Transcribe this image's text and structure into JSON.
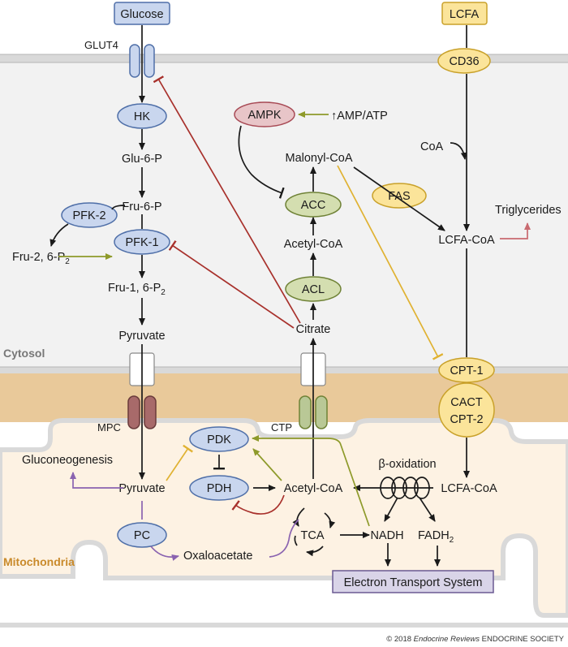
{
  "regions": {
    "cytosol": "Cytosol",
    "mitochondria": "Mitochondria"
  },
  "inputs": {
    "glucose": "Glucose",
    "lcfa": "LCFA"
  },
  "transporters": {
    "glut4": "GLUT4",
    "cd36": "CD36",
    "mpc": "MPC",
    "ctp": "CTP"
  },
  "enzymes": {
    "hk": "HK",
    "pfk2": "PFK-2",
    "pfk1": "PFK-1",
    "ampk": "AMPK",
    "acc": "ACC",
    "fas": "FAS",
    "acl": "ACL",
    "cpt1": "CPT-1",
    "cact": "CACT",
    "cpt2": "CPT-2",
    "pdk": "PDK",
    "pdh": "PDH",
    "pc": "PC",
    "ets": "Electron Transport System"
  },
  "metabolites": {
    "glu6p": "Glu-6-P",
    "fru6p": "Fru-6-P",
    "fru26p_main": "Fru-2, 6-P",
    "fru26p_sub": "2",
    "fru16p_main": "Fru-1, 6-P",
    "fru16p_sub": "2",
    "pyruvate_cyto": "Pyruvate",
    "citrate": "Citrate",
    "acetylcoa_cyto": "Acetyl-CoA",
    "malonylcoa": "Malonyl-CoA",
    "amp_atp": "↑AMP/ATP",
    "coa": "CoA",
    "lcfacoa_cyto": "LCFA-CoA",
    "triglycerides": "Triglycerides",
    "gluconeogenesis": "Gluconeogenesis",
    "pyruvate_mito": "Pyruvate",
    "acetylcoa_mito": "Acetyl-CoA",
    "beta_oxidation": "β-oxidation",
    "lcfacoa_mito": "LCFA-CoA",
    "tca": "TCA",
    "nadh": "NADH",
    "fadh_main": "FADH",
    "fadh_sub": "2",
    "oxaloacetate": "Oxaloacetate"
  },
  "copyright": {
    "prefix": "© 2018 ",
    "journal": "Endocrine Reviews",
    "society": " ENDOCRINE SOCIETY"
  },
  "colors": {
    "cytosol_bg": "#f2f2f2",
    "membrane": "#d9d9d9",
    "mito_bg": "#fdf2e3",
    "intermembrane": "#e9c99a",
    "blue_fill": "#c9d6ee",
    "blue_stroke": "#4f6fa8",
    "yellow_fill": "#fbe49a",
    "yellow_stroke": "#c9a12a",
    "green_fill": "#d4deb0",
    "green_stroke": "#6f8236",
    "pink_fill": "#e8c5c8",
    "pink_stroke": "#a84a55",
    "purple_fill": "#d9d4e8",
    "purple_stroke": "#6b5a92",
    "mpc_fill": "#a86a6a",
    "ctp_fill": "#b9c896",
    "inhibit_red": "#a8312c",
    "activate_green": "#8e9a2a",
    "inhibit_yellow": "#e0b232",
    "purple_arrow": "#8a63b0",
    "tg_arrow": "#c96a70",
    "region_gray": "#777777",
    "region_orange": "#c98a2b"
  }
}
